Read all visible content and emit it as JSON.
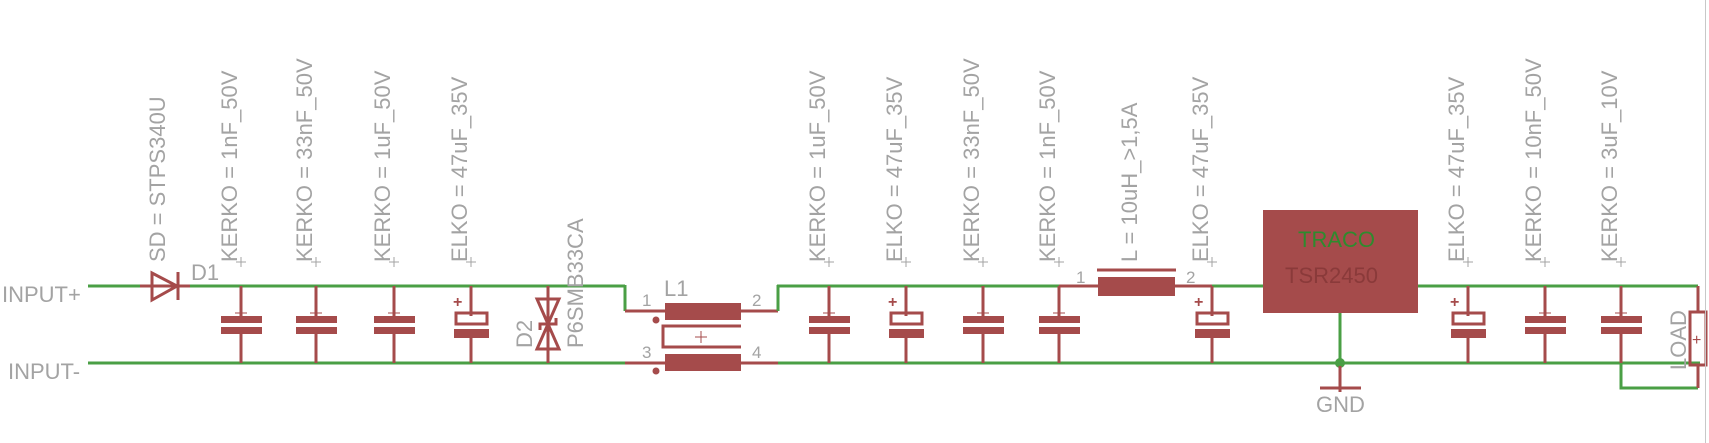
{
  "schematic": {
    "ports": {
      "input_plus": "INPUT+",
      "input_minus": "INPUT-"
    },
    "d1": {
      "name": "D1",
      "value": "SD = STPS340U"
    },
    "input_caps": [
      {
        "type": "KERKO",
        "value": "KERKO = 1nF_50V"
      },
      {
        "type": "KERKO",
        "value": "KERKO = 33nF_50V"
      },
      {
        "type": "KERKO",
        "value": "KERKO = 1uF_50V"
      },
      {
        "type": "ELKO",
        "value": "ELKO = 47uF_35V",
        "polarity": "+"
      }
    ],
    "d2": {
      "name": "D2",
      "value": "P6SMB33CA"
    },
    "l1": {
      "name": "L1",
      "pins": [
        "1",
        "2",
        "3",
        "4"
      ],
      "center_mark": "+"
    },
    "filter_caps": [
      {
        "type": "KERKO",
        "value": "KERKO = 1uF_50V"
      },
      {
        "type": "ELKO",
        "value": "ELKO = 47uF_35V",
        "polarity": "+"
      },
      {
        "type": "KERKO",
        "value": "KERKO = 33nF_50V"
      },
      {
        "type": "KERKO",
        "value": "KERKO = 1nF_50V"
      }
    ],
    "inductor": {
      "value": "L = 10uH_>1,5A",
      "pins": [
        "1",
        "2"
      ]
    },
    "pre_reg_cap": {
      "type": "ELKO",
      "value": "ELKO = 47uF_35V",
      "polarity": "+"
    },
    "regulator": {
      "brand": "TRACO",
      "part": "TSR2450"
    },
    "gnd": {
      "label": "GND"
    },
    "output_caps": [
      {
        "type": "ELKO",
        "value": "ELKO = 47uF_35V",
        "polarity": "+"
      },
      {
        "type": "KERKO",
        "value": "KERKO = 10nF_50V"
      },
      {
        "type": "KERKO",
        "value": "KERKO = 3uF_10V"
      }
    ],
    "load": {
      "label": "LOAD",
      "mark": "+"
    },
    "colors": {
      "wire": "#4a9f45",
      "component": "#a54b4b",
      "label": "#a3a3a3",
      "regulator_brand_text": "#2e8b2e",
      "regulator_part_text": "#8a3a3a"
    }
  }
}
